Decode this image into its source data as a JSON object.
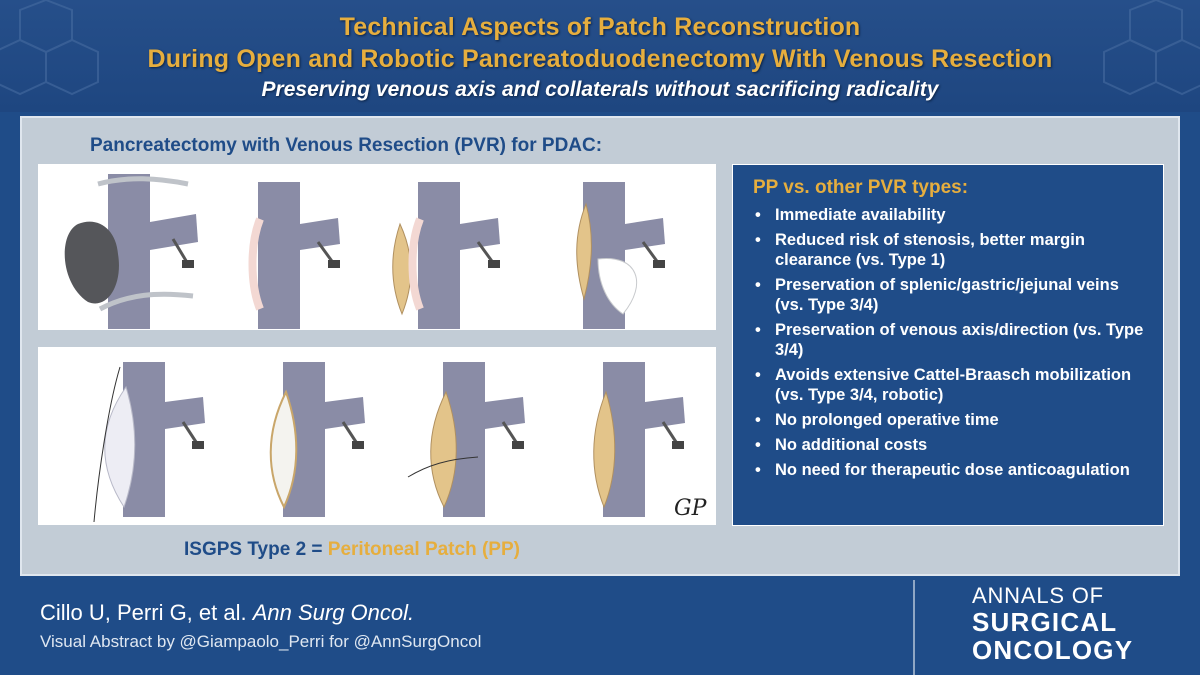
{
  "header": {
    "title_line1": "Technical Aspects of Patch Reconstruction",
    "title_line2": "During Open and Robotic Pancreatoduodenectomy With Venous Resection",
    "subtitle": "Preserving venous axis and collaterals without sacrificing radicality"
  },
  "main": {
    "heading": "Pancreatectomy with Venous Resection (PVR) for PDAC:",
    "isgps_prefix": "ISGPS Type 2 = ",
    "isgps_highlight": "Peritoneal Patch (PP)",
    "signature": "GP"
  },
  "pp_box": {
    "title": "PP vs. other PVR types:",
    "bullet": "•",
    "items": [
      "Immediate availability",
      "Reduced risk of stenosis, better margin clearance (vs. Type 1)",
      "Preservation of splenic/gastric/jejunal veins (vs. Type 3/4)",
      "Preservation of venous axis/direction (vs. Type 3/4)",
      "Avoids extensive Cattel-Braasch mobilization (vs. Type 3/4, robotic)",
      "No prolonged operative time",
      "No additional costs",
      "No need for therapeutic dose anticoagulation"
    ]
  },
  "footer": {
    "authors": "Cillo U, Perri G, et al. ",
    "journal": "Ann Surg Oncol.",
    "credit": "Visual Abstract by @Giampaolo_Perri for @AnnSurgOncol",
    "logo_line1": "ANNALS OF",
    "logo_line2": "SURGICAL",
    "logo_line3": "ONCOLOGY"
  },
  "colors": {
    "navy": "#1f4c88",
    "gold": "#e6ae3e",
    "panel_gray": "#c2ccd6",
    "vein": "#8a8ca6",
    "patch": "#e3c48a",
    "tumor": "#55565a"
  }
}
